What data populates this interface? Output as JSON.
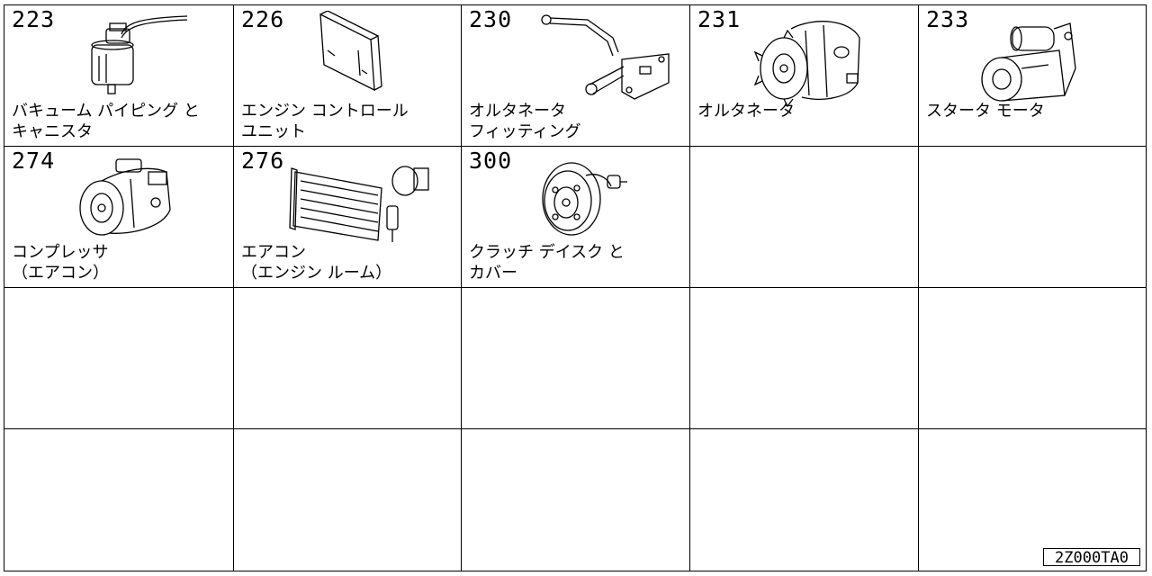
{
  "catalog": {
    "items": [
      {
        "number": "223",
        "name_line1": "バキューム パイピング と",
        "name_line2": "キャニスタ",
        "illustration": "vacuum-canister-icon"
      },
      {
        "number": "226",
        "name_line1": "エンジン コントロール",
        "name_line2": "ユニット",
        "illustration": "engine-control-unit-icon"
      },
      {
        "number": "230",
        "name_line1": "オルタネータ",
        "name_line2": "フィッティング",
        "illustration": "alternator-bracket-icon"
      },
      {
        "number": "231",
        "name_line1": "オルタネータ",
        "name_line2": "",
        "illustration": "alternator-icon"
      },
      {
        "number": "233",
        "name_line1": "スタータ モータ",
        "name_line2": "",
        "illustration": "starter-motor-icon"
      },
      {
        "number": "274",
        "name_line1": "コンプレッサ",
        "name_line2": "（エアコン）",
        "illustration": "ac-compressor-icon"
      },
      {
        "number": "276",
        "name_line1": "エアコン",
        "name_line2": "（エンジン ルーム）",
        "illustration": "ac-condenser-icon"
      },
      {
        "number": "300",
        "name_line1": "クラッチ デイスク と",
        "name_line2": "カバー",
        "illustration": "clutch-disc-icon"
      }
    ]
  },
  "footer": {
    "code": "2Z000TA0"
  }
}
